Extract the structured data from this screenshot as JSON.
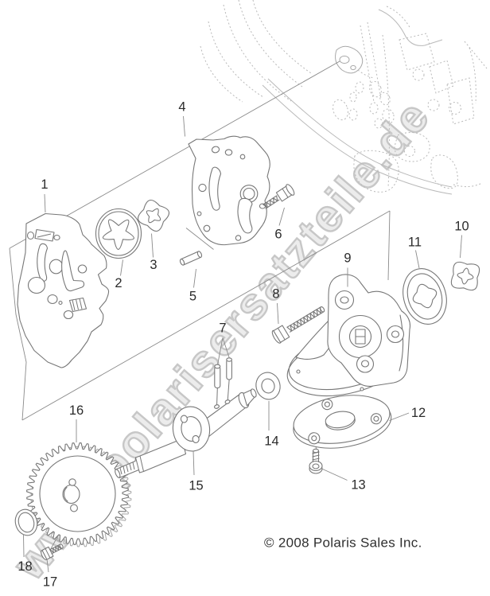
{
  "diagram": {
    "type": "exploded-parts-diagram",
    "callouts": [
      "1",
      "2",
      "3",
      "4",
      "5",
      "6",
      "7",
      "8",
      "9",
      "10",
      "11",
      "12",
      "13",
      "14",
      "15",
      "16",
      "17",
      "18"
    ],
    "watermark": "www.polarisersatzteile.de",
    "copyright": "© 2008 Polaris Sales Inc.",
    "colors": {
      "background": "#ffffff",
      "part_line": "#777777",
      "leader_line": "#8a8a8a",
      "engine_line": "#b9b9b9",
      "label_text": "#2b2b2b",
      "watermark_fill": "#ececec",
      "watermark_outline": "#c7c7c7",
      "copyright_text": "#2f2f2f"
    }
  }
}
